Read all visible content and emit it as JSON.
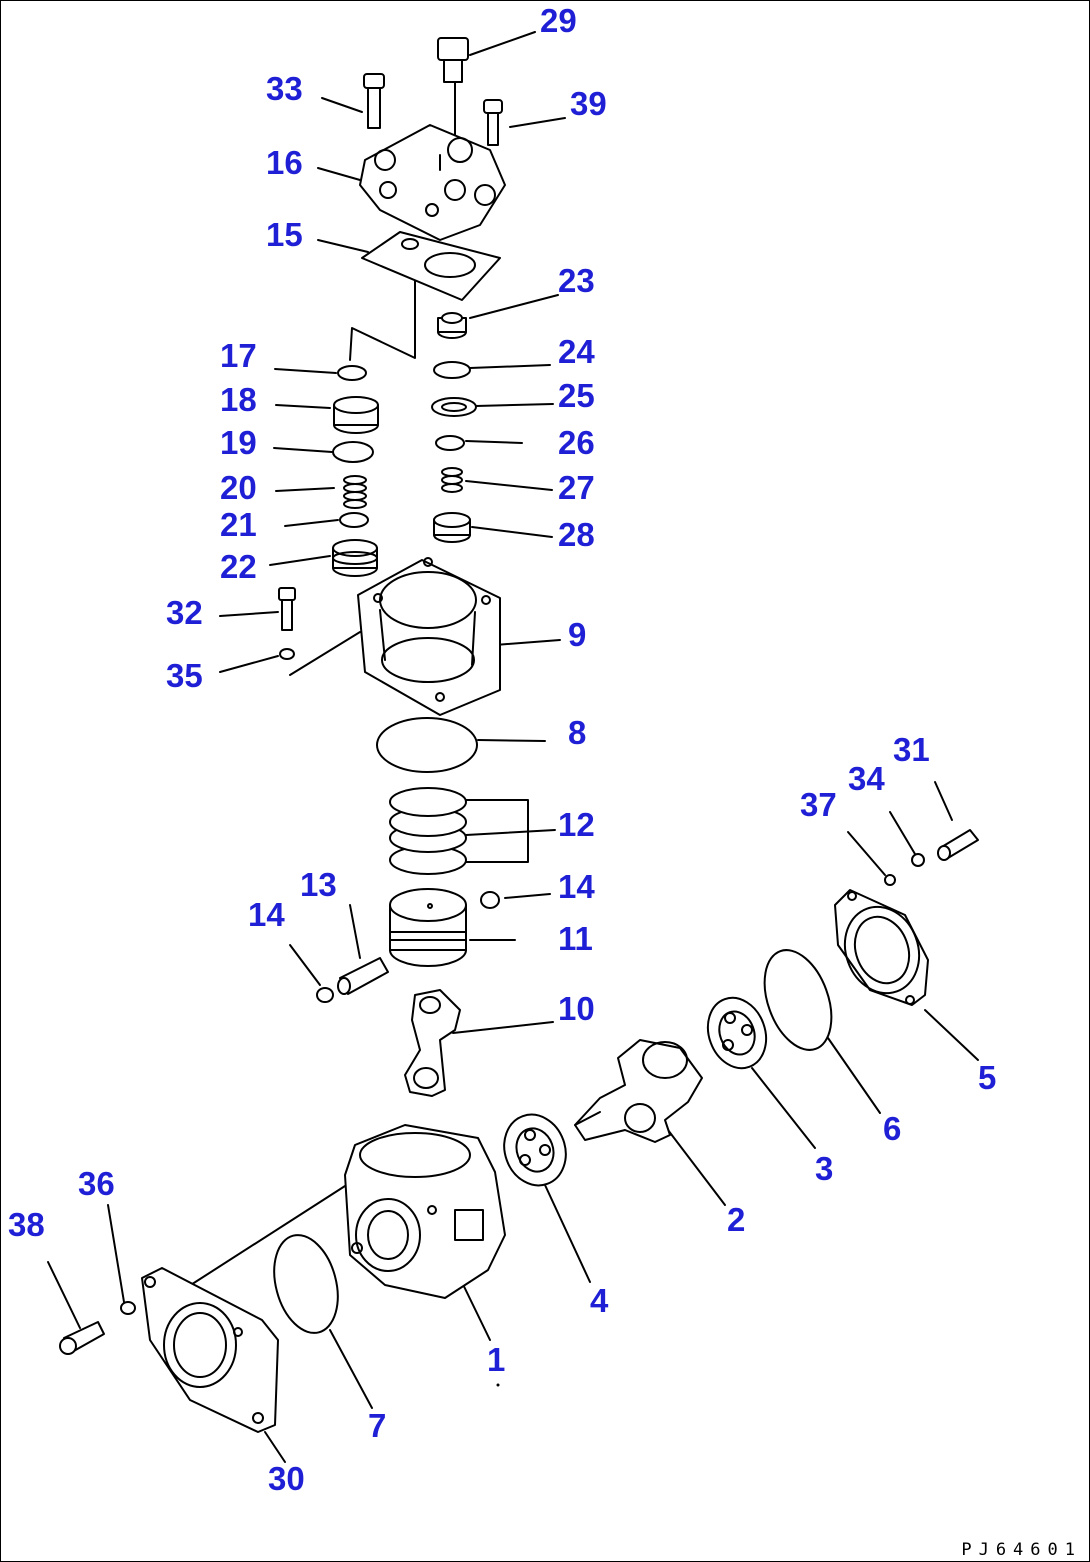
{
  "labels": {
    "l1": "1",
    "l2": "2",
    "l3": "3",
    "l4": "4",
    "l5": "5",
    "l6": "6",
    "l7": "7",
    "l8": "8",
    "l9": "9",
    "l10": "10",
    "l11": "11",
    "l12": "12",
    "l13": "13",
    "l14a": "14",
    "l14b": "14",
    "l15": "15",
    "l16": "16",
    "l17": "17",
    "l18": "18",
    "l19": "19",
    "l20": "20",
    "l21": "21",
    "l22": "22",
    "l23": "23",
    "l24": "24",
    "l25": "25",
    "l26": "26",
    "l27": "27",
    "l28": "28",
    "l29": "29",
    "l30": "30",
    "l31": "31",
    "l32": "32",
    "l33": "33",
    "l34": "34",
    "l35": "35",
    "l36": "36",
    "l37": "37",
    "l38": "38",
    "l39": "39"
  },
  "drawing_code": "PJ64601",
  "colors": {
    "label": "#1f1fd6",
    "line": "#000000",
    "background": "#ffffff"
  }
}
